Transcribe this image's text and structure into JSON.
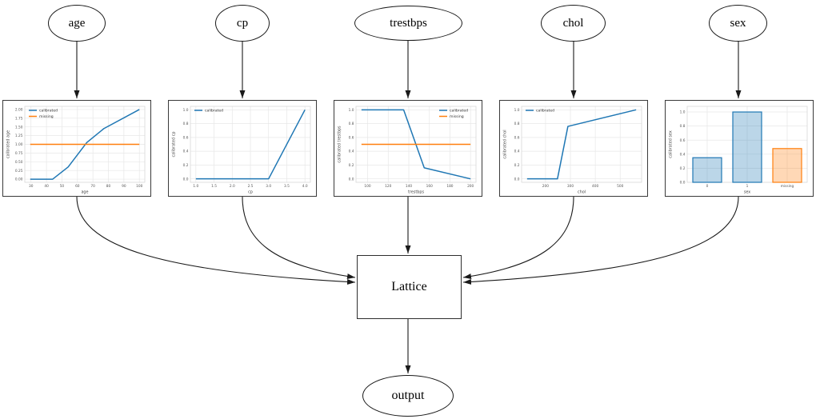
{
  "nodes": {
    "age": "age",
    "cp": "cp",
    "trestbps": "trestbps",
    "chol": "chol",
    "sex": "sex",
    "lattice": "Lattice",
    "output": "output"
  },
  "colors": {
    "calibrated": "#1f77b4",
    "missing": "#ff7f0e",
    "edge": "#1a1a1a",
    "grid": "#e7e7e7",
    "spine": "#d8d8d8",
    "tick_text": "#555555",
    "label_text": "#444444"
  },
  "chart_data": [
    {
      "id": "age",
      "type": "line",
      "xlabel": "age",
      "ylabel": "calibrated age",
      "xlim": [
        26,
        103.5
      ],
      "ylim": [
        -0.09,
        2.09
      ],
      "xticks": [
        30,
        40,
        50,
        60,
        70,
        80,
        90,
        100
      ],
      "xtick_labels": [
        "30",
        "40",
        "50",
        "60",
        "70",
        "80",
        "90",
        "100"
      ],
      "yticks": [
        0,
        0.25,
        0.5,
        0.75,
        1.0,
        1.25,
        1.5,
        1.75,
        2.0
      ],
      "ytick_labels": [
        "0.00",
        "0.25",
        "0.50",
        "0.75",
        "1.00",
        "1.25",
        "1.50",
        "1.75",
        "2.00"
      ],
      "grid": true,
      "legend": {
        "position": "top-left",
        "entries": [
          "calibrated",
          "missing"
        ]
      },
      "series": [
        {
          "name": "calibrated",
          "color": "#1f77b4",
          "x": [
            29.5,
            44,
            54,
            66,
            77,
            100
          ],
          "y": [
            0,
            0,
            0.35,
            1.05,
            1.45,
            2.0
          ]
        },
        {
          "name": "missing",
          "color": "#ff7f0e",
          "x": [
            29.5,
            100
          ],
          "y": [
            1.0,
            1.0
          ]
        }
      ]
    },
    {
      "id": "cp",
      "type": "line",
      "xlabel": "cp",
      "ylabel": "calibrated cp",
      "xlim": [
        0.85,
        4.15
      ],
      "ylim": [
        -0.05,
        1.05
      ],
      "xticks": [
        1,
        1.5,
        2,
        2.5,
        3,
        3.5,
        4
      ],
      "xtick_labels": [
        "1.0",
        "1.5",
        "2.0",
        "2.5",
        "3.0",
        "3.5",
        "4.0"
      ],
      "yticks": [
        0,
        0.2,
        0.4,
        0.6,
        0.8,
        1.0
      ],
      "ytick_labels": [
        "0.0",
        "0.2",
        "0.4",
        "0.6",
        "0.8",
        "1.0"
      ],
      "grid": true,
      "legend": {
        "position": "top-left",
        "entries": [
          "calibrated"
        ]
      },
      "series": [
        {
          "name": "calibrated",
          "color": "#1f77b4",
          "x": [
            1,
            3,
            4
          ],
          "y": [
            0,
            0,
            1.0
          ]
        }
      ]
    },
    {
      "id": "trestbps",
      "type": "line",
      "xlabel": "trestbps",
      "ylabel": "calibrated trestbps",
      "xlim": [
        88.7,
        205.3
      ],
      "ylim": [
        -0.05,
        1.05
      ],
      "xticks": [
        100,
        120,
        140,
        160,
        180,
        200
      ],
      "xtick_labels": [
        "100",
        "120",
        "140",
        "160",
        "180",
        "200"
      ],
      "yticks": [
        0,
        0.2,
        0.4,
        0.6,
        0.8,
        1.0
      ],
      "ytick_labels": [
        "0.0",
        "0.2",
        "0.4",
        "0.6",
        "0.8",
        "1.0"
      ],
      "grid": true,
      "legend": {
        "position": "top-right",
        "entries": [
          "calibrated",
          "missing"
        ]
      },
      "series": [
        {
          "name": "calibrated",
          "color": "#1f77b4",
          "x": [
            94,
            135,
            155,
            200
          ],
          "y": [
            1.0,
            1.0,
            0.16,
            0
          ]
        },
        {
          "name": "missing",
          "color": "#ff7f0e",
          "x": [
            94,
            200
          ],
          "y": [
            0.5,
            0.5
          ]
        }
      ]
    },
    {
      "id": "chol",
      "type": "line",
      "xlabel": "chol",
      "ylabel": "calibrated chol",
      "xlim": [
        104,
        586
      ],
      "ylim": [
        -0.05,
        1.05
      ],
      "xticks": [
        200,
        300,
        400,
        500
      ],
      "xtick_labels": [
        "200",
        "300",
        "400",
        "500"
      ],
      "yticks": [
        0,
        0.2,
        0.4,
        0.6,
        0.8,
        1.0
      ],
      "ytick_labels": [
        "0.0",
        "0.2",
        "0.4",
        "0.6",
        "0.8",
        "1.0"
      ],
      "grid": true,
      "legend": {
        "position": "top-left",
        "entries": [
          "calibrated"
        ]
      },
      "series": [
        {
          "name": "calibrated",
          "color": "#1f77b4",
          "x": [
            126,
            248,
            290,
            564
          ],
          "y": [
            0,
            0,
            0.76,
            1.0
          ]
        }
      ]
    },
    {
      "id": "sex",
      "type": "bar",
      "xlabel": "sex",
      "ylabel": "calibrated sex",
      "ylim": [
        0,
        1.08
      ],
      "categories": [
        "0",
        "1",
        "missing"
      ],
      "values": [
        0.35,
        1.0,
        0.48
      ],
      "yticks": [
        0,
        0.2,
        0.4,
        0.6,
        0.8,
        1.0
      ],
      "ytick_labels": [
        "0.0",
        "0.2",
        "0.4",
        "0.6",
        "0.8",
        "1.0"
      ],
      "grid": true,
      "bar_fill": [
        "rgba(31,119,180,0.3)",
        "rgba(31,119,180,0.3)",
        "rgba(255,127,14,0.3)"
      ],
      "bar_stroke": [
        "#1f77b4",
        "#1f77b4",
        "#ff7f0e"
      ]
    }
  ]
}
